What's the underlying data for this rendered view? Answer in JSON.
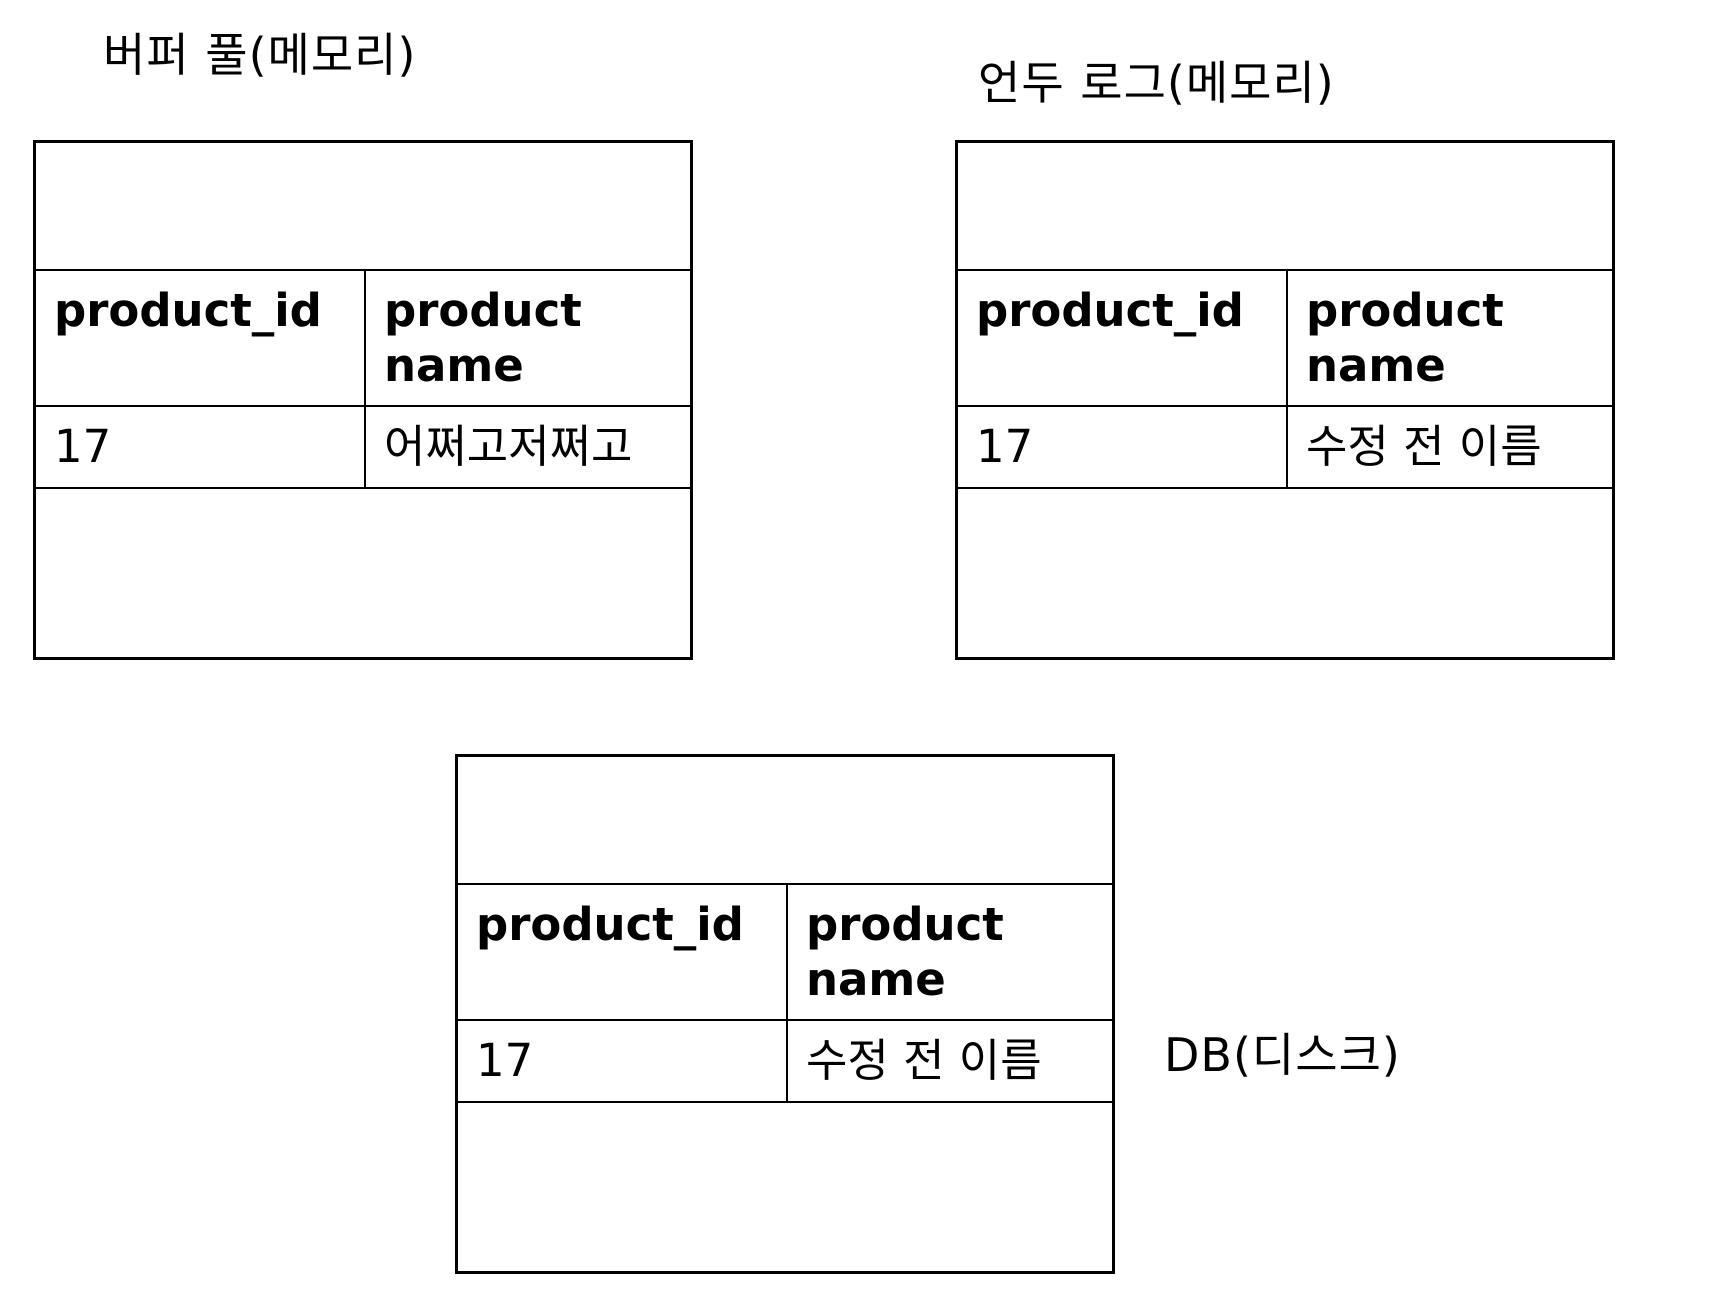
{
  "captions": {
    "buffer_pool": "버퍼 풀(메모리)",
    "undo_log": "언두 로그(메모리)",
    "db": "DB(디스크)"
  },
  "tables": {
    "buffer_pool": {
      "headers": [
        "product_id",
        "product name"
      ],
      "row": [
        "17",
        "어쩌고저쩌고"
      ]
    },
    "undo_log": {
      "headers": [
        "product_id",
        "product name"
      ],
      "row": [
        "17",
        "수정 전 이름"
      ]
    },
    "db": {
      "headers": [
        "product_id",
        "product name"
      ],
      "row": [
        "17",
        "수정 전 이름"
      ]
    }
  }
}
